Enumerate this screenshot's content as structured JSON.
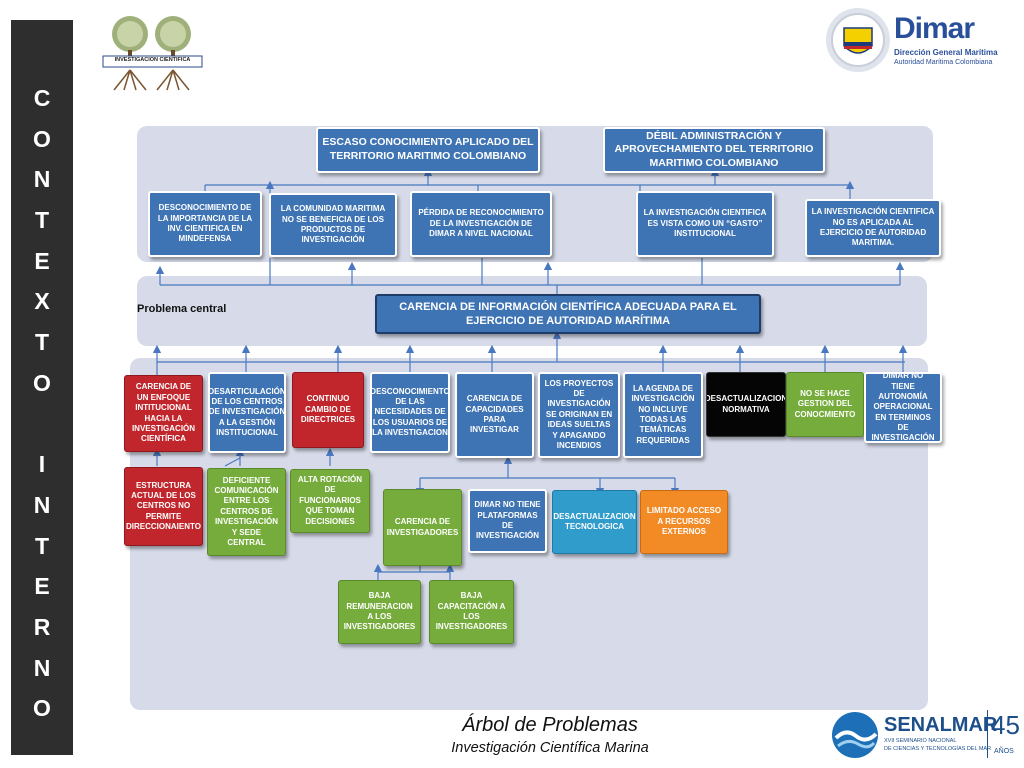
{
  "side_title": [
    "C",
    "O",
    "N",
    "T",
    "E",
    "X",
    "T",
    "O",
    "",
    "I",
    "N",
    "T",
    "E",
    "R",
    "N",
    "O"
  ],
  "logo_tree_label": "INVESTIGACION CIENTIFICA",
  "dimar": {
    "name": "Dimar",
    "line1": "Dirección General Marítima",
    "line2": "Autoridad Marítima Colombiana"
  },
  "senalmar": {
    "name": "SENALMAR",
    "number": "45",
    "anos": "AÑOS",
    "line1": "XVII SEMINARIO NACIONAL",
    "line2": "DE CIENCIAS Y TECNOLOGÍAS DEL MAR"
  },
  "effects_top": [
    "ESCASO CONOCIMIENTO APLICADO DEL TERRITORIO MARITIMO COLOMBIANO",
    "DÉBIL ADMINISTRACIÓN Y APROVECHAMIENTO DEL TERRITORIO MARITIMO COLOMBIANO"
  ],
  "effects": [
    "DESCONOCIMIENTO DE LA IMPORTANCIA DE LA INV. CIENTIFICA EN MINDEFENSA",
    "LA COMUNIDAD MARITIMA NO SE BENEFICIA DE LOS PRODUCTOS DE INVESTIGACIÓN",
    "PÉRDIDA DE RECONOCIMIENTO DE LA INVESTIGACIÓN DE DIMAR A NIVEL NACIONAL",
    "LA INVESTIGACIÓN CIENTIFICA ES VISTA COMO UN “GASTO” INSTITUCIONAL",
    "LA INVESTIGACIÓN CIENTIFICA NO ES APLICADA AL EJERCICIO DE AUTORIDAD MARITIMA."
  ],
  "central_label": "Problema central",
  "central_problem": "CARENCIA DE INFORMACIÓN CIENTÍFICA ADECUADA PARA EL EJERCICIO DE AUTORIDAD MARÍTIMA",
  "causes": [
    "CARENCIA DE UN ENFOQUE INTITUCIONAL HACIA LA INVESTIGACIÓN CIENTÍFICA",
    "DESARTICULACIÓN DE LOS CENTROS DE INVESTIGACIÓN A LA GESTIÓN INSTITUCIONAL",
    "CONTINUO CAMBIO DE DIRECTRICES",
    "DESCONOCIMIENTO DE LAS NECESIDADES DE LOS USUARIOS DE LA INVESTIGACION",
    "CARENCIA DE CAPACIDADES PARA INVESTIGAR",
    "LOS PROYECTOS DE INVESTIGACIÓN SE ORIGINAN EN IDEAS SUELTAS Y APAGANDO INCENDIOS",
    "LA AGENDA DE INVESTIGACIÓN NO INCLUYE TODAS LAS TEMÁTICAS REQUERIDAS",
    "DESACTUALIZACION NORMATIVA",
    "NO SE HACE GESTION DEL CONOCMIENTO",
    "DIMAR NO TIENE AUTONOMÍA OPERACIONAL EN TERMINOS DE INVESTIGACIÓN"
  ],
  "subcauses": [
    "ESTRUCTURA ACTUAL DE LOS CENTROS NO PERMITE DIRECCIONAIENTO",
    "DEFICIENTE COMUNICACIÓN ENTRE LOS CENTROS DE INVESTIGACIÓN Y SEDE CENTRAL",
    "ALTA ROTACIÓN DE FUNCIONARIOS QUE TOMAN DECISIONES",
    "CARENCIA DE INVESTIGADORES",
    "DIMAR NO TIENE PLATAFORMAS DE INVESTIGACIÓN",
    "DESACTUALIZACION TECNOLOGICA",
    "LIMITADO ACCESO A RECURSOS EXTERNOS"
  ],
  "subsubcauses": [
    "BAJA REMUNERACION A LOS INVESTIGADORES",
    "BAJA CAPACITACIÓN A LOS INVESTIGADORES"
  ],
  "footer": {
    "title": "Árbol de Problemas",
    "subtitle": "Investigación Científica Marina"
  },
  "colors": {
    "blue": "#3f74b4",
    "red": "#c0262c",
    "green": "#76ac3c",
    "black": "#050505",
    "cyan": "#2f9ccc",
    "orange": "#f28a25",
    "panel": "#d7dbe9"
  }
}
